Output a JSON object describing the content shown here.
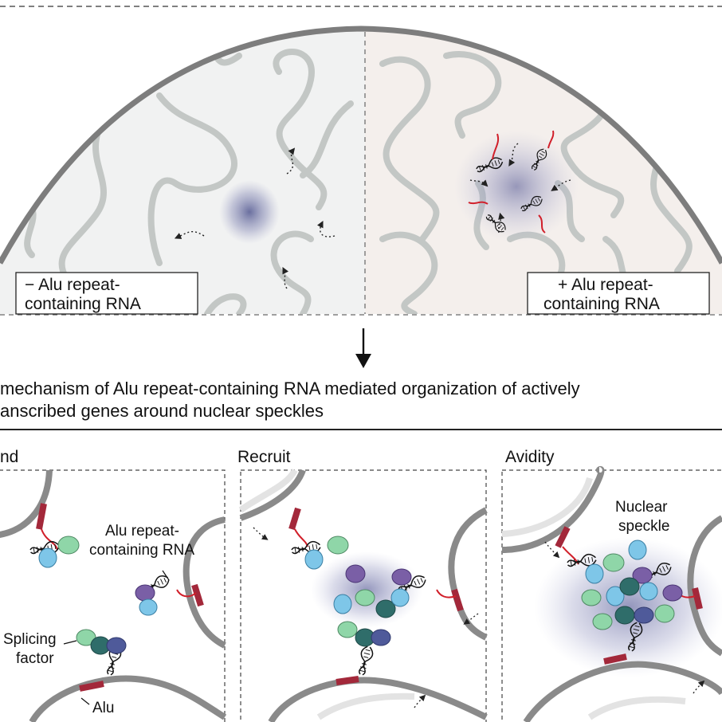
{
  "top_panel": {
    "left_label": "− Alu repeat-",
    "left_label_line2": "containing RNA",
    "right_label": "+ Alu repeat-",
    "right_label_line2": "containing RNA"
  },
  "caption": {
    "line1": "mechanism of Alu repeat-containing RNA mediated organization of actively",
    "line2": "anscribed genes around nuclear speckles"
  },
  "panels": [
    {
      "title": "nd"
    },
    {
      "title": "Recruit"
    },
    {
      "title": "Avidity"
    }
  ],
  "annotations": {
    "rna_label_line1": "Alu repeat-",
    "rna_label_line2": "containing RNA",
    "splicing_line1": "Splicing",
    "splicing_line2": "factor",
    "alu": "Alu",
    "speckle_line1": "Nuclear",
    "speckle_line2": "speckle"
  },
  "colors": {
    "chromatin": "#c3c7c5",
    "envelope": "#7d7d7d",
    "left_bg": "#f1f2f2",
    "right_bg": "#f4efec",
    "speckle": "#5b5f96",
    "alu_element": "#a3283a",
    "rna_tail": "#d11f2a",
    "factor_green": "#8fd6a8",
    "factor_blue": "#7ec6e8",
    "factor_purple": "#7a5fa6",
    "factor_teal": "#2f6d6a",
    "factor_navy": "#4f5a9a"
  }
}
